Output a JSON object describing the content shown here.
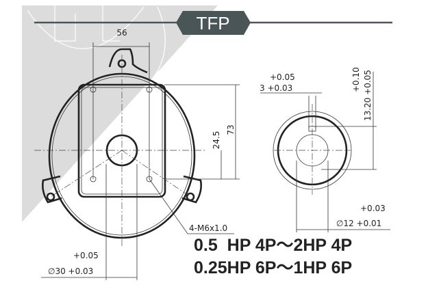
{
  "header": {
    "badge": "TFP"
  },
  "flange": {
    "dim_width": "56",
    "dim_24": "24.5",
    "dim_73": "73",
    "thread": "4-M6x1.0",
    "bore_tol_upper": "+0.05",
    "bore_dia": "∅30 +0.03"
  },
  "shaft": {
    "key_tol_upper": "+0.05",
    "key_width": "3 +0.03",
    "height_tol_upper": "+0.10",
    "height": "13.20 +0.05",
    "dia_tol_upper": "+0.03",
    "dia": "∅12 +0.01"
  },
  "ratings": {
    "line1": "0.5  HP 4P～2HP 4P",
    "line2": "0.25HP 6P～1HP 6P"
  },
  "colors": {
    "badge": "#4a5558",
    "watermark_bg": "#dcdcdc"
  }
}
